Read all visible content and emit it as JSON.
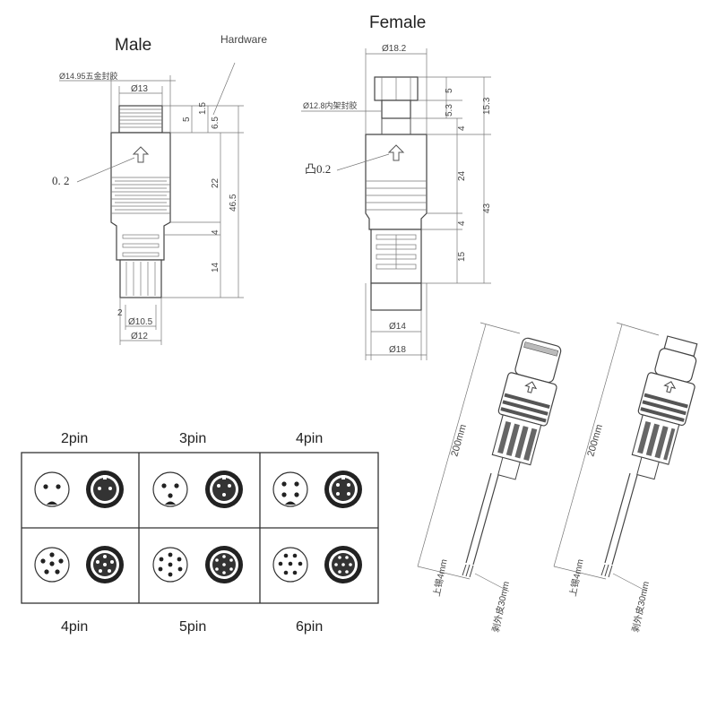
{
  "titles": {
    "male": "Male",
    "hardware": "Hardware",
    "female": "Female"
  },
  "male_dims": {
    "top_label": "Ø14.95五金封胶",
    "d13": "Ø13",
    "d5": "5",
    "d15": "1.5",
    "d65": "6.5",
    "d22": "22",
    "d465": "46.5",
    "d4": "4",
    "d14": "14",
    "d2": "2",
    "d105": "Ø10.5",
    "d12": "Ø12",
    "arrow_note": "0. 2"
  },
  "female_dims": {
    "d182": "Ø18.2",
    "inner_label": "Ø12.8内架封胶",
    "d5": "5",
    "d53": "5.3",
    "d153": "15.3",
    "d4a": "4",
    "d24": "24",
    "d43": "43",
    "d4b": "4",
    "d15": "15",
    "d14": "Ø14",
    "d18": "Ø18",
    "arrow_note": "凸0.2"
  },
  "cables": {
    "left": {
      "length": "200mm",
      "tin": "上锡4mm",
      "strip": "剥外皮30mm"
    },
    "right": {
      "length": "200mm",
      "tin": "上锡4mm",
      "strip": "剥外皮30mm"
    }
  },
  "pin_table": {
    "top_labels": [
      "2pin",
      "3pin",
      "4pin"
    ],
    "bottom_labels": [
      "4pin",
      "5pin",
      "6pin"
    ]
  }
}
